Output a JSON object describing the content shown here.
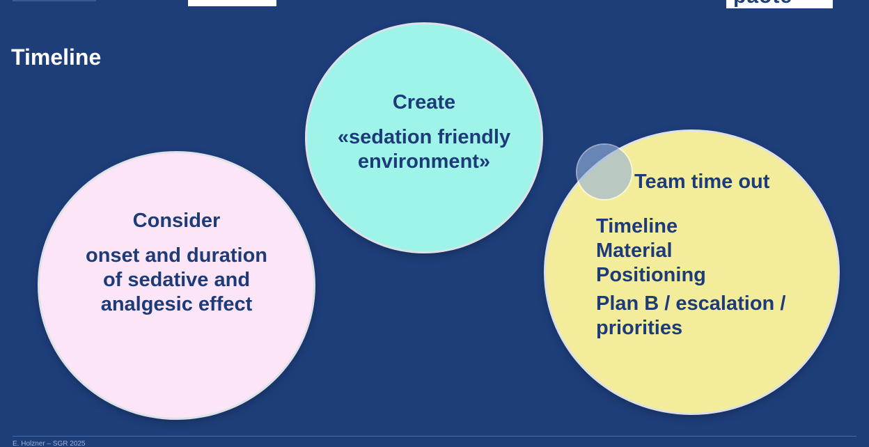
{
  "slide": {
    "title": "Timeline",
    "logo_right_text": "paote",
    "footer": "E. Holzner – SGR 2025"
  },
  "consider": {
    "heading": "Consider",
    "lines": [
      "onset and duration",
      "of sedative and",
      "analgesic effect"
    ]
  },
  "create": {
    "heading": "Create",
    "lines": [
      "«sedation friendly",
      "environment»"
    ]
  },
  "team": {
    "heading": "Team time out",
    "items": [
      "Timeline",
      "Material",
      "Positioning",
      "Plan B / escalation /",
      "priorities"
    ]
  },
  "colors": {
    "background": "#1e3e7a",
    "consider_circle": "#fbe5f7",
    "create_circle": "#9ff4ea",
    "team_circle": "#f3ec9b",
    "text": "#1d3b78"
  }
}
